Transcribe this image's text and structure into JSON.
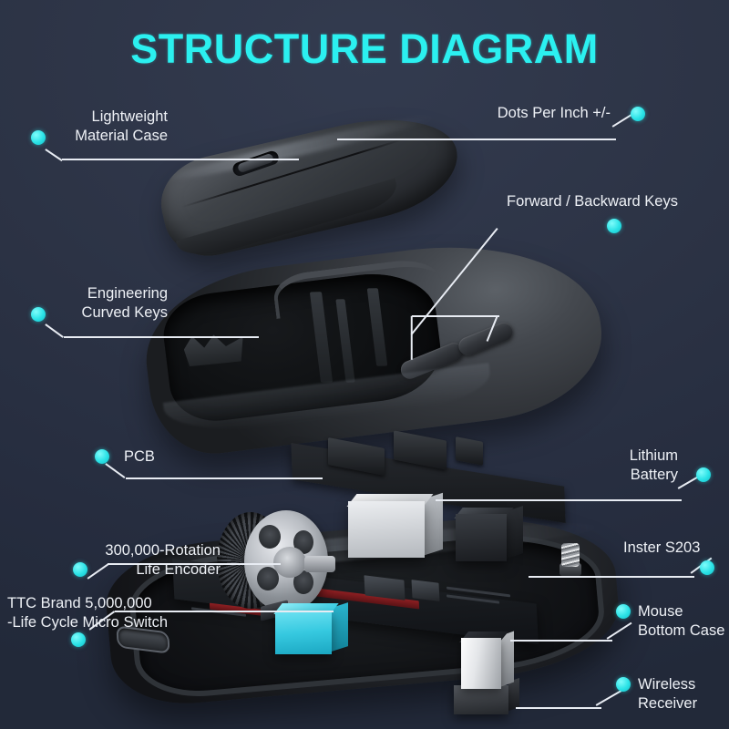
{
  "title": "STRUCTURE DIAGRAM",
  "colors": {
    "accent": "#2bf0f0",
    "dot": "#2ae2e6",
    "background": "#2b3244",
    "label_text": "#eef1f6",
    "leader_line": "#e8ecf3",
    "micro_switch": "#36c9e0"
  },
  "callouts": [
    {
      "id": "lightweight-material-case",
      "lines": [
        "Lightweight",
        "Material Case"
      ],
      "align": "right",
      "dot_position": "left-of-second-line"
    },
    {
      "id": "dots-per-inch",
      "lines": [
        "Dots Per Inch +/-"
      ],
      "align": "right",
      "dot_position": "right-of-line"
    },
    {
      "id": "forward-backward-keys",
      "lines": [
        "Forward / Backward Keys"
      ],
      "align": "center",
      "dot_position": "below-center"
    },
    {
      "id": "engineering-curved-keys",
      "lines": [
        "Engineering",
        "Curved Keys"
      ],
      "align": "right",
      "dot_position": "left-of-second-line"
    },
    {
      "id": "pcb",
      "lines": [
        "PCB"
      ],
      "align": "left",
      "dot_position": "left-of-line"
    },
    {
      "id": "lithium-battery",
      "lines": [
        "Lithium",
        "Battery"
      ],
      "align": "right",
      "dot_position": "right-of-second-line"
    },
    {
      "id": "rotation-life-encoder",
      "lines": [
        "300,000-Rotation",
        "Life Encoder"
      ],
      "align": "right",
      "dot_position": "left-of-second-line"
    },
    {
      "id": "inster-s203",
      "lines": [
        "Inster S203"
      ],
      "align": "right",
      "dot_position": "below-right"
    },
    {
      "id": "ttc-micro-switch",
      "lines": [
        "TTC Brand 5,000,000",
        "-Life Cycle Micro Switch"
      ],
      "align": "left",
      "dot_position": "below-left"
    },
    {
      "id": "mouse-bottom-case",
      "lines": [
        "Mouse",
        "Bottom Case"
      ],
      "align": "left",
      "dot_position": "left-of-first-line"
    },
    {
      "id": "wireless-receiver",
      "lines": [
        "Wireless",
        "Receiver"
      ],
      "align": "left",
      "dot_position": "left-of-first-line"
    }
  ],
  "parts": [
    {
      "id": "top-shell",
      "name": "Lightweight Material Case top shell"
    },
    {
      "id": "body-shell",
      "name": "Mouse upper body shell with side keys"
    },
    {
      "id": "pcb-assembly",
      "name": "PCB sensor assembly"
    },
    {
      "id": "bottom-case",
      "name": "Mouse bottom case"
    },
    {
      "id": "encoder",
      "name": "Scroll encoder wheel"
    },
    {
      "id": "battery",
      "name": "Lithium battery"
    },
    {
      "id": "sensor",
      "name": "Inster S203 sensor module"
    },
    {
      "id": "micro-switch",
      "name": "TTC micro switch"
    },
    {
      "id": "receiver",
      "name": "Wireless USB receiver"
    }
  ]
}
